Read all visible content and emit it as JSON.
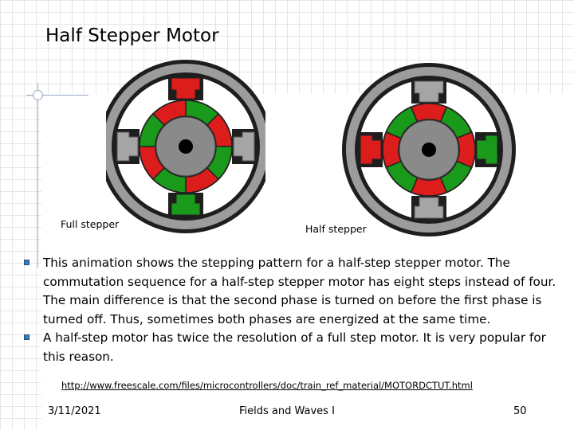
{
  "slide": {
    "title": "Half Stepper Motor",
    "captions": {
      "left": "Full stepper",
      "right": "Half stepper"
    },
    "bullets": [
      "This animation shows the stepping pattern for a half-step stepper motor. The commutation sequence for a half-step stepper motor has eight steps instead of four. The main difference is that the second phase is turned on before the first phase is turned off. Thus, sometimes both phases are energized at the same time.",
      "A half-step motor has twice the resolution of a full step motor. It is very popular for this reason."
    ],
    "link": "http://www.freescale.com/files/microcontrollers/doc/train_ref_material/MOTORDCTUT.html",
    "footer": {
      "date": "3/11/2021",
      "center": "Fields and Waves I",
      "page": "50"
    }
  },
  "colors": {
    "red": "#dd1c1c",
    "green": "#1a9a1a",
    "bullet": "#3a7bb8",
    "stator": "#9c9c9c",
    "rotor": "#8a8a8a",
    "dark": "#1e1e1e"
  },
  "motors": {
    "left": {
      "energized_poles": [
        "top-red",
        "bottom-green"
      ]
    },
    "right": {
      "energized_poles": [
        "right-green",
        "left-red"
      ]
    }
  }
}
